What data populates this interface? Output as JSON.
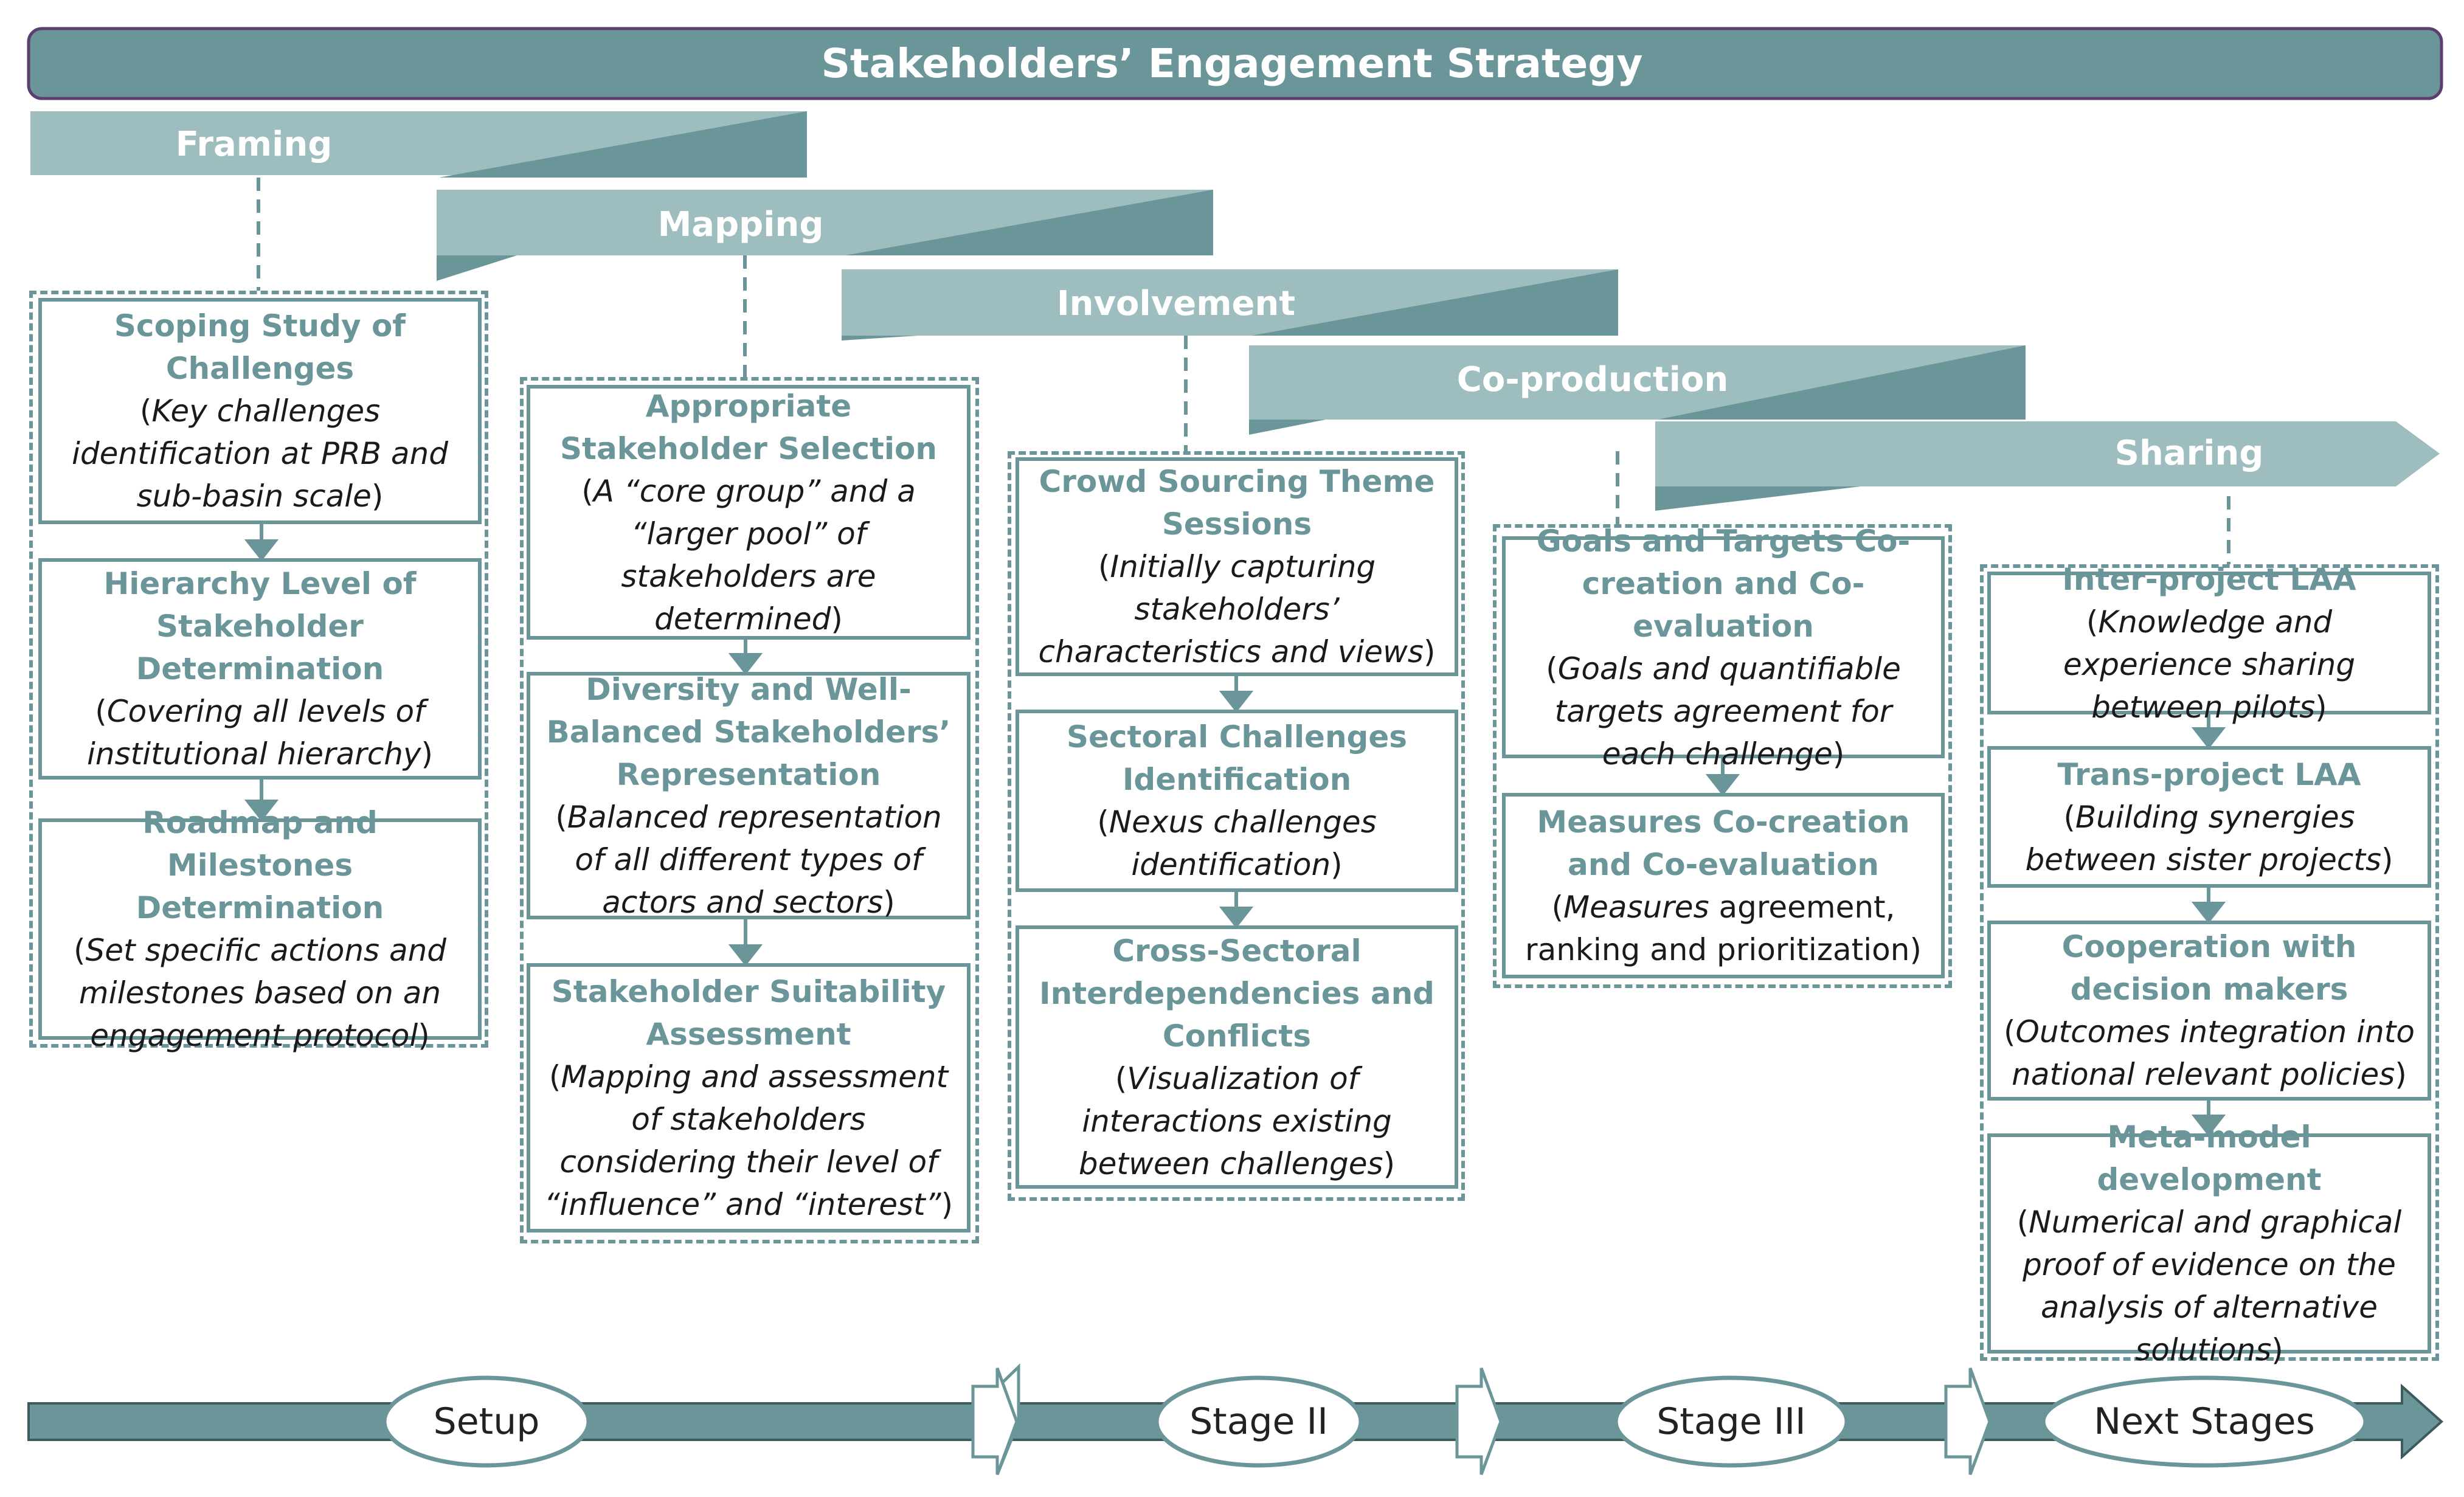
{
  "title": "Stakeholders’ Engagement Strategy",
  "phases": [
    "Framing",
    "Mapping",
    "Involvement",
    "Co-production",
    "Sharing"
  ],
  "columns": [
    [
      {
        "title": "Scoping Study of Challenges",
        "open": "(",
        "desc": "Key challenges identification at PRB and sub-basin scale",
        "close": ")"
      },
      {
        "title": "Hierarchy Level of Stakeholder Determination",
        "open": "(",
        "desc": "Covering all levels of institutional hierarchy",
        "close": ")"
      },
      {
        "title": "Roadmap and Milestones Determination",
        "open": "(",
        "desc": "Set specific actions and milestones based on an engagement protocol",
        "close": ")"
      }
    ],
    [
      {
        "title": "Appropriate Stakeholder Selection",
        "open": "(",
        "desc": "A “core group” and a “larger pool” of stakeholders are determined",
        "close": ")"
      },
      {
        "title": "Diversity and Well-Balanced Stakeholders’ Representation",
        "open": "(",
        "desc": "Balanced representation of all different types of actors and sectors",
        "close": ")"
      },
      {
        "title": "Stakeholder Suitability Assessment",
        "open": "(",
        "desc": "Mapping and assessment of stakeholders considering their level of “influence” and “interest”",
        "close": ")"
      }
    ],
    [
      {
        "title": "Crowd Sourcing Theme Sessions",
        "open": "(",
        "desc": "Initially capturing stakeholders’ characteristics and views",
        "close": ")"
      },
      {
        "title": "Sectoral Challenges Identification",
        "open": "(",
        "desc": "Nexus challenges identification",
        "close": ")"
      },
      {
        "title": "Cross-Sectoral Interdependencies and Conflicts",
        "open": "(",
        "desc": "Visualization of interactions existing between challenges",
        "close": ")"
      }
    ],
    [
      {
        "title": "Goals and Targets Co-creation and Co-evaluation",
        "open": "(",
        "desc": "Goals and quantifiable targets agreement for each challenge",
        "close": ")"
      },
      {
        "title": "Measures Co-creation and Co-evaluation",
        "open": "(",
        "desc": "Measures",
        "plain": " agreement, ranking and prioritization",
        "close": ")"
      }
    ],
    [
      {
        "title": "Inter-project LAA",
        "open": "(",
        "desc": "Knowledge and experience sharing between pilots",
        "close": ")"
      },
      {
        "title": "Trans-project LAA",
        "open": "(",
        "desc": "Building synergies between sister projects",
        "close": ")"
      },
      {
        "title": "Cooperation with decision makers",
        "open": "(",
        "desc": "Outcomes integration into national relevant policies",
        "close": ")"
      },
      {
        "title": "Meta-model development",
        "open": "(",
        "desc": "Numerical and graphical proof of evidence on the analysis of alternative solutions",
        "close": ")"
      }
    ]
  ],
  "stages": [
    "Setup",
    "Stage II",
    "Stage III",
    "Next Stages"
  ],
  "colors": {
    "banner": "#6a9599",
    "phase_light": "#9dbdbf",
    "phase_dark": "#6a9599",
    "box_border": "#6a9599",
    "arrow": "#6a9599"
  }
}
